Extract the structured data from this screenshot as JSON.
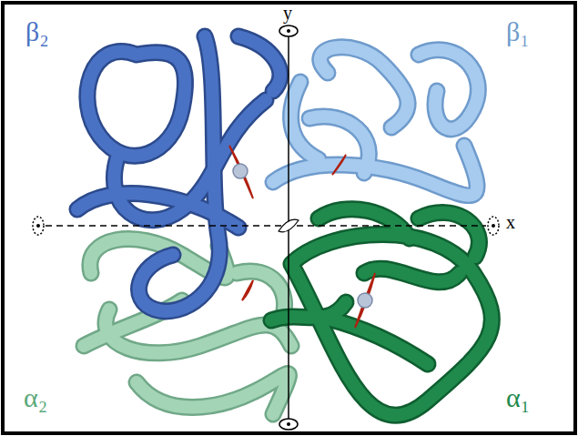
{
  "diagram": {
    "labels": [
      "y",
      "β₂",
      "β₁",
      "x",
      "α₂",
      "α₁"
    ]
  }
}
